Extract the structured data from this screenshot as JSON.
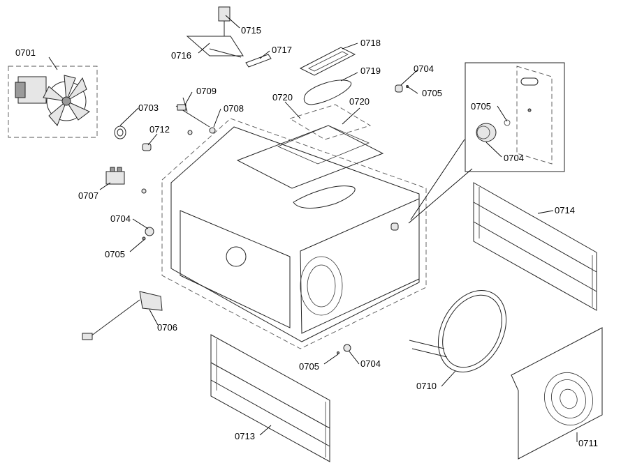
{
  "diagram": {
    "callouts": {
      "c0701": "0701",
      "c0703": "0703",
      "c0704a": "0704",
      "c0704b": "0704",
      "c0704c": "0704",
      "c0704d": "0704",
      "c0705a": "0705",
      "c0705b": "0705",
      "c0705c": "0705",
      "c0705d": "0705",
      "c0706": "0706",
      "c0707": "0707",
      "c0708": "0708",
      "c0709": "0709",
      "c0710": "0710",
      "c0711": "0711",
      "c0712": "0712",
      "c0713": "0713",
      "c0714": "0714",
      "c0715": "0715",
      "c0716": "0716",
      "c0717": "0717",
      "c0718": "0718",
      "c0719": "0719",
      "c0720a": "0720",
      "c0720b": "0720"
    }
  }
}
